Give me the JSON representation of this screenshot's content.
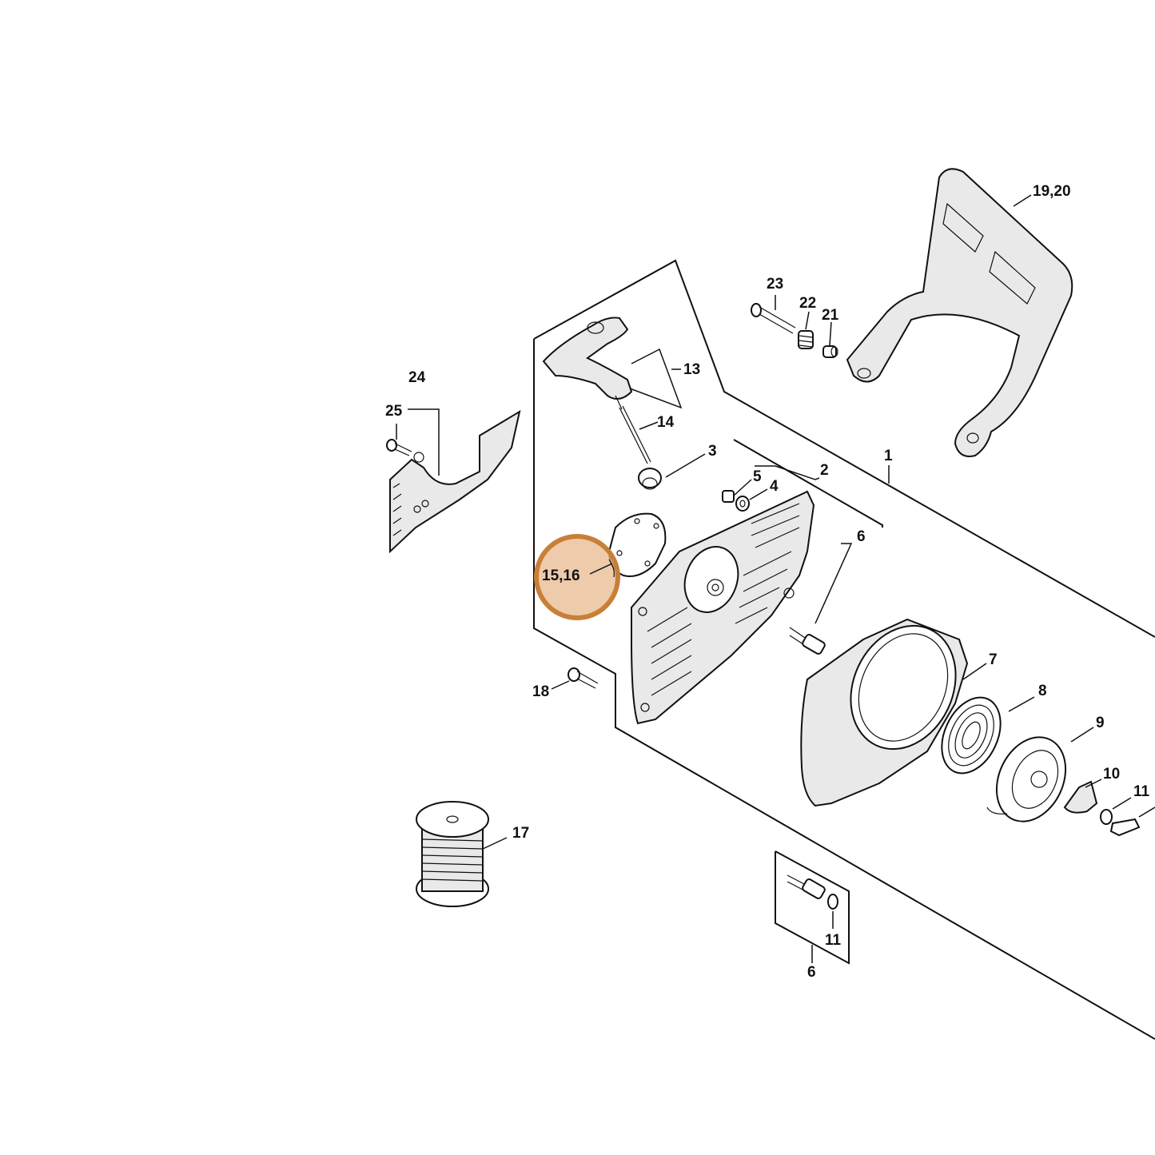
{
  "callouts": {
    "c1": "1",
    "c2": "2",
    "c3": "3",
    "c4": "4",
    "c5": "5",
    "c6a": "6",
    "c6b": "6",
    "c7": "7",
    "c8": "8",
    "c9": "9",
    "c10": "10",
    "c11a": "11",
    "c11b": "11",
    "c13": "13",
    "c14": "14",
    "c1516": "15,16",
    "c17": "17",
    "c18": "18",
    "c1920": "19,20",
    "c21": "21",
    "c22": "22",
    "c23": "23",
    "c24": "24",
    "c25": "25"
  },
  "colors": {
    "highlight": "#c87f37",
    "highlight_fill": "#e8b98d",
    "line": "#111111"
  }
}
